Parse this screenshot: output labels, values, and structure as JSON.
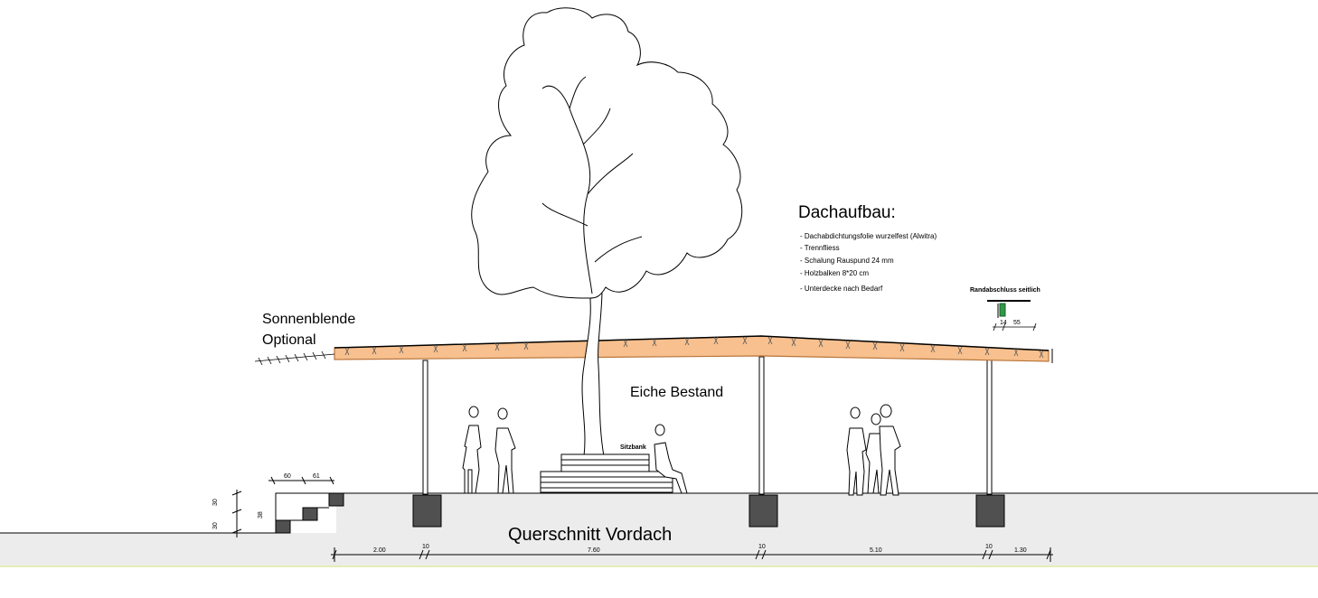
{
  "labels": {
    "sunshade_line1": "Sonnenblende",
    "sunshade_line2": "Optional",
    "oak": "Eiche Bestand",
    "bench": "Sitzbank",
    "title": "Querschnitt Vordach",
    "edge_detail": "Randabschluss seitlich"
  },
  "roof_buildup": {
    "heading": "Dachaufbau:",
    "items": [
      "- Dachabdichtungsfolie wurzelfest (Alwitra)",
      "- Trennfliess",
      "- Schalung Rauspund 24 mm",
      "- Holzbalken 8*20 cm",
      "- Unterdecke nach Bedarf"
    ]
  },
  "dimensions": {
    "bottom": [
      "2.00",
      "10",
      "7.60",
      "10",
      "5.10",
      "10",
      "1.30"
    ],
    "steps_top": [
      "60",
      "61"
    ],
    "steps_left": [
      "30",
      "30",
      "38"
    ],
    "edge": [
      "14",
      "55"
    ]
  },
  "colors": {
    "roof_fill": "#f7c08e",
    "roof_stroke": "#b8743a",
    "ground": "#ececec",
    "footing": "#505050",
    "detail_green": "#2e9a46",
    "ground_edge": "#eef5c8"
  }
}
